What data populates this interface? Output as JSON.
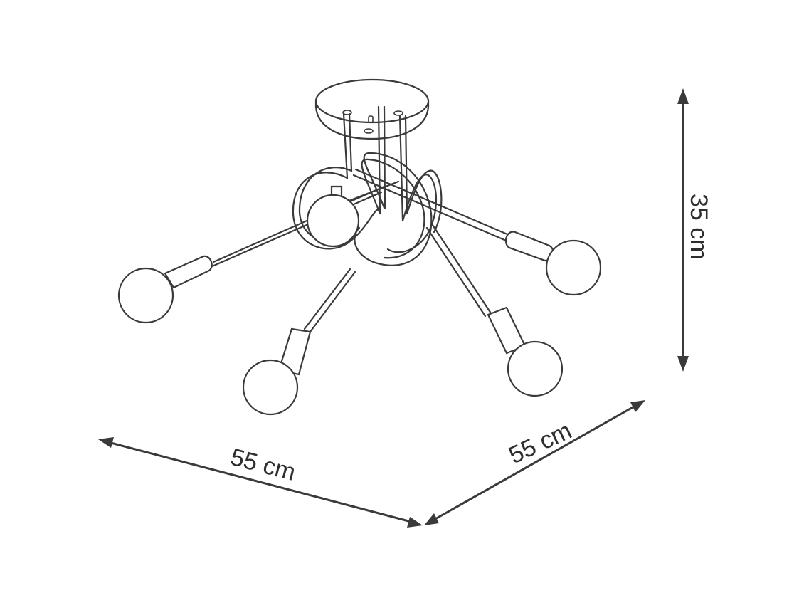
{
  "dimensions": {
    "width_label": "55 cm",
    "depth_label": "55 cm",
    "height_label": "35 cm"
  },
  "colors": {
    "line": "#3a3a3a",
    "background": "#ffffff"
  }
}
